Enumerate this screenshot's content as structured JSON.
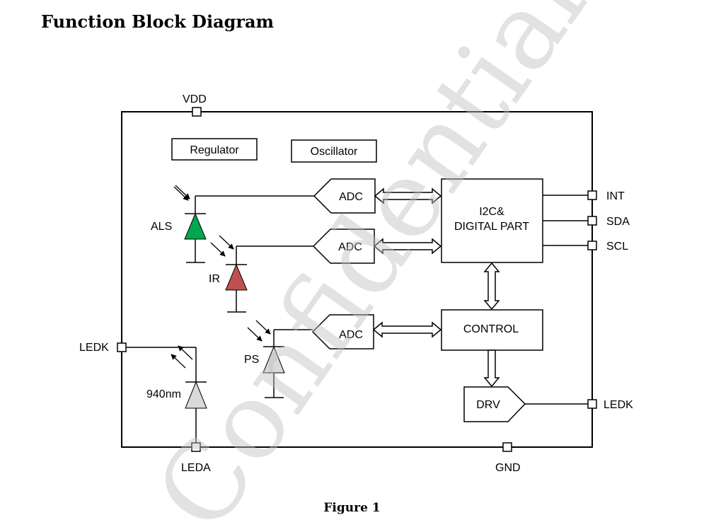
{
  "heading": "Function Block Diagram",
  "caption": "Figure 1",
  "watermark": "Confidential",
  "pins": {
    "vdd": "VDD",
    "int": "INT",
    "sda": "SDA",
    "scl": "SCL",
    "ledk_left": "LEDK",
    "ledk_right": "LEDK",
    "leda": "LEDA",
    "gnd": "GND"
  },
  "blocks": {
    "regulator": "Regulator",
    "oscillator": "Oscillator",
    "adc_als": "ADC",
    "adc_ir": "ADC",
    "adc_ps": "ADC",
    "i2c_line1": "I2C&",
    "i2c_line2": "DIGITAL PART",
    "control": "CONTROL",
    "drv": "DRV"
  },
  "sensors": {
    "als": "ALS",
    "ir": "IR",
    "ps": "PS",
    "led": "940nm"
  },
  "colors": {
    "als_diode": "#00a650",
    "ir_diode": "#c0504d",
    "ps_diode": "#d9d9d9",
    "led_diode": "#d9d9d9"
  }
}
